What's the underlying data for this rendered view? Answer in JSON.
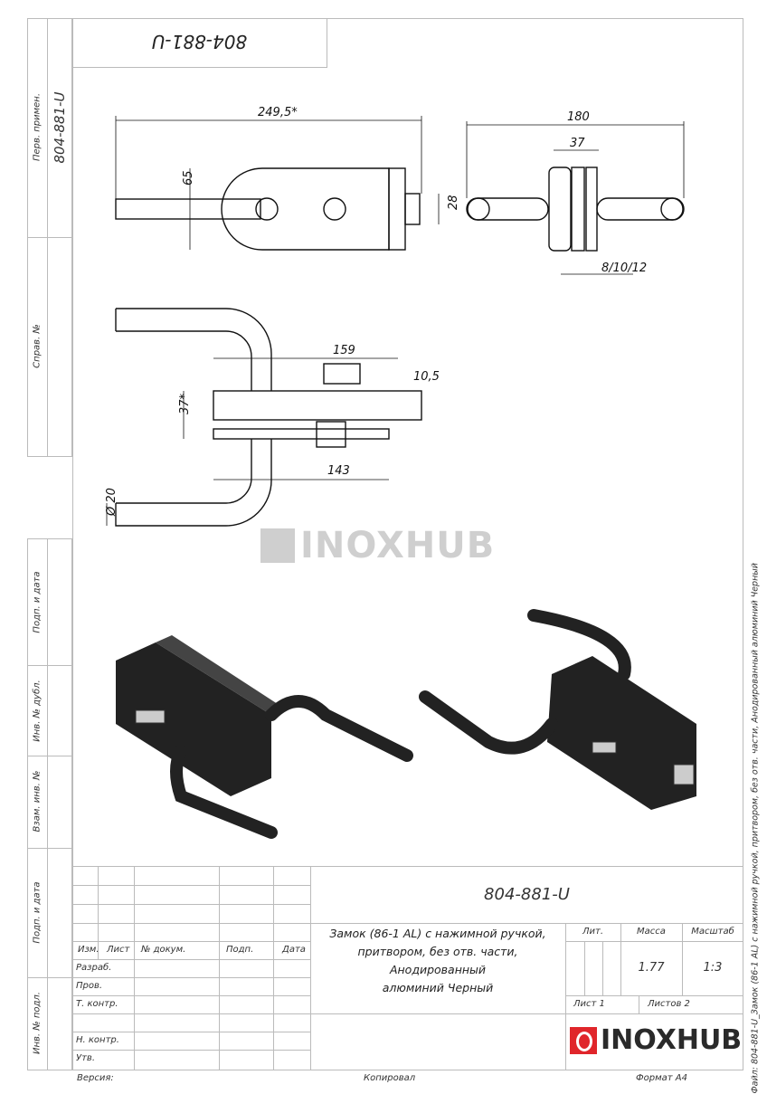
{
  "top_box": {
    "designation": "804-881-U"
  },
  "left_strip": {
    "perv_primen_label": "Перв. примен.",
    "perv_primen_value": "804-881-U",
    "sprav_label": "Справ. №",
    "podp_data_1": "Подп. и дата",
    "inv_dubl": "Инв. № дубл.",
    "vzam_inv": "Взам. инв. №",
    "podp_data_2": "Подп. и дата",
    "inv_podl": "Инв. № подл."
  },
  "dimensions": {
    "overall_length": "249,5*",
    "height_65": "65",
    "width_28": "28",
    "width_180": "180",
    "width_37": "37",
    "glass_thickness": "8/10/12",
    "length_159": "159",
    "offset_10_5": "10,5",
    "gap_37": "37*",
    "length_143": "143",
    "diameter_20": "Ø 20"
  },
  "watermark": {
    "brand": "INOXHUB"
  },
  "title_block": {
    "designation": "804-881-U",
    "description_lines": [
      "Замок (86-1 AL) с нажимной ручкой,",
      "притвором, без отв. части, Анодированный",
      "алюминий Черный"
    ],
    "headers": {
      "izm": "Изм.",
      "list": "Лист",
      "n_dokum": "№ докум.",
      "podp": "Подп.",
      "data": "Дата"
    },
    "roles": [
      "Разраб.",
      "Пров.",
      "Т. контр.",
      "",
      "Н. контр.",
      "Утв."
    ],
    "lit_label": "Лит.",
    "massa_label": "Масса",
    "masshtab_label": "Масштаб",
    "massa_value": "1.77",
    "masshtab_value": "1:3",
    "sheet": "Лист 1",
    "sheets": "Листов 2",
    "logo": "INOXHUB"
  },
  "footer": {
    "version": "Версия:",
    "copied": "Копировал",
    "format": "Формат A4"
  },
  "side_file_label": "Файл: 804-881-U_Замок (86-1 AL) с нажимной ручкой, притвором, без отв. части, Анодированный алюминий Черный",
  "colors": {
    "brand_red": "#e0262b",
    "frame": "#bbbbbb"
  }
}
